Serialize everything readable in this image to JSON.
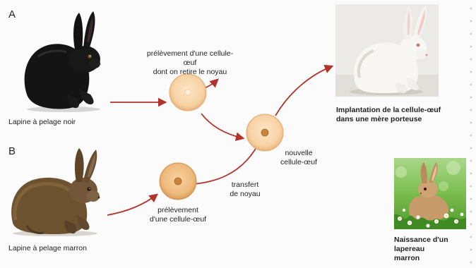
{
  "labels": {
    "a": "A",
    "b": "B",
    "black_rabbit": "Lapine à pelage noir",
    "brown_rabbit": "Lapine à pelage marron",
    "remove_nucleus_line1": "prélèvement d'une cellule-œuf",
    "remove_nucleus_line2": "dont on retire le noyau",
    "take_cell_line1": "prélèvement",
    "take_cell_line2": "d'une cellule-œuf",
    "transfer_line1": "transfert",
    "transfer_line2": "de noyau",
    "new_cell_line1": "nouvelle",
    "new_cell_line2": "cellule-œuf",
    "implant_line1": "Implantation de la cellule-œuf",
    "implant_line2": "dans une mère porteuse",
    "birth_line1": "Naissance d'un lapereau",
    "birth_line2": "marron"
  },
  "colors": {
    "arrow": "#b2332c",
    "cell_fill": "#f7d2a4",
    "cell_edge": "#e0ab70",
    "nucleus": "#c9833e"
  },
  "icons": {
    "black_rabbit": "black-rabbit-photo",
    "brown_rabbit": "brown-rabbit-photo",
    "white_rabbit": "white-rabbit-photo",
    "baby_rabbit": "baby-rabbit-photo"
  }
}
